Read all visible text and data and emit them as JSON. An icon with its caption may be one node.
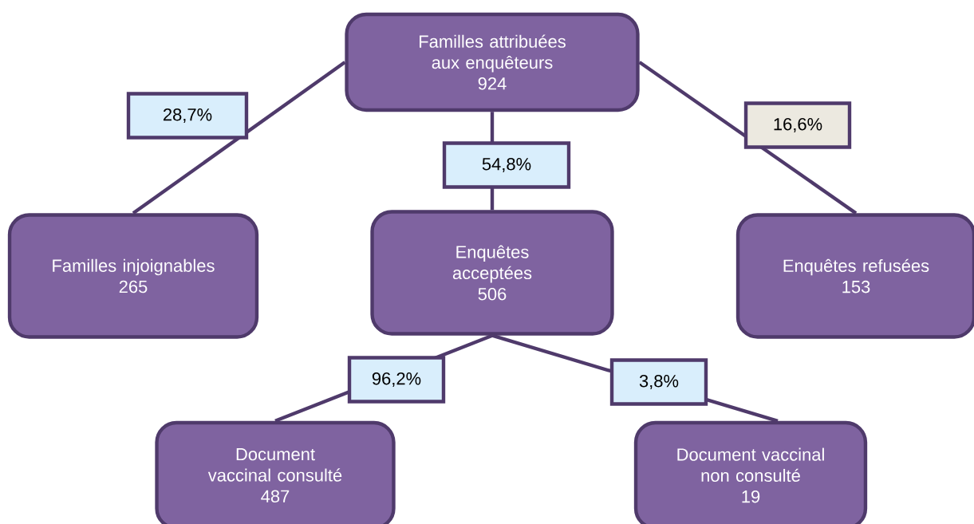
{
  "diagram": {
    "nodes": [
      {
        "text": [
          "Familles attribuées aux enquêteurs",
          "924"
        ]
      },
      {
        "text": [
          "Familles injoignables",
          "265"
        ]
      },
      {
        "text": [
          "Enquêtes acceptées",
          "506"
        ]
      },
      {
        "text": [
          "Enquêtes refusées",
          "153"
        ]
      },
      {
        "text": [
          "Document vaccinal consulté",
          "487"
        ]
      },
      {
        "text": [
          "Document vaccinal non consulté",
          "19"
        ]
      }
    ],
    "edges": [
      {
        "from": 0,
        "to": 1,
        "arrow": "none",
        "label": "28,7%"
      },
      {
        "from": 0,
        "to": 2,
        "arrow": "none",
        "label": "54,8%"
      },
      {
        "from": 0,
        "to": 3,
        "arrow": "none",
        "label": "16,6%"
      },
      {
        "from": 2,
        "to": 4,
        "arrow": "none",
        "label": "96,2%"
      },
      {
        "from": 2,
        "to": 5,
        "arrow": "none",
        "label": "3,8%"
      }
    ]
  }
}
